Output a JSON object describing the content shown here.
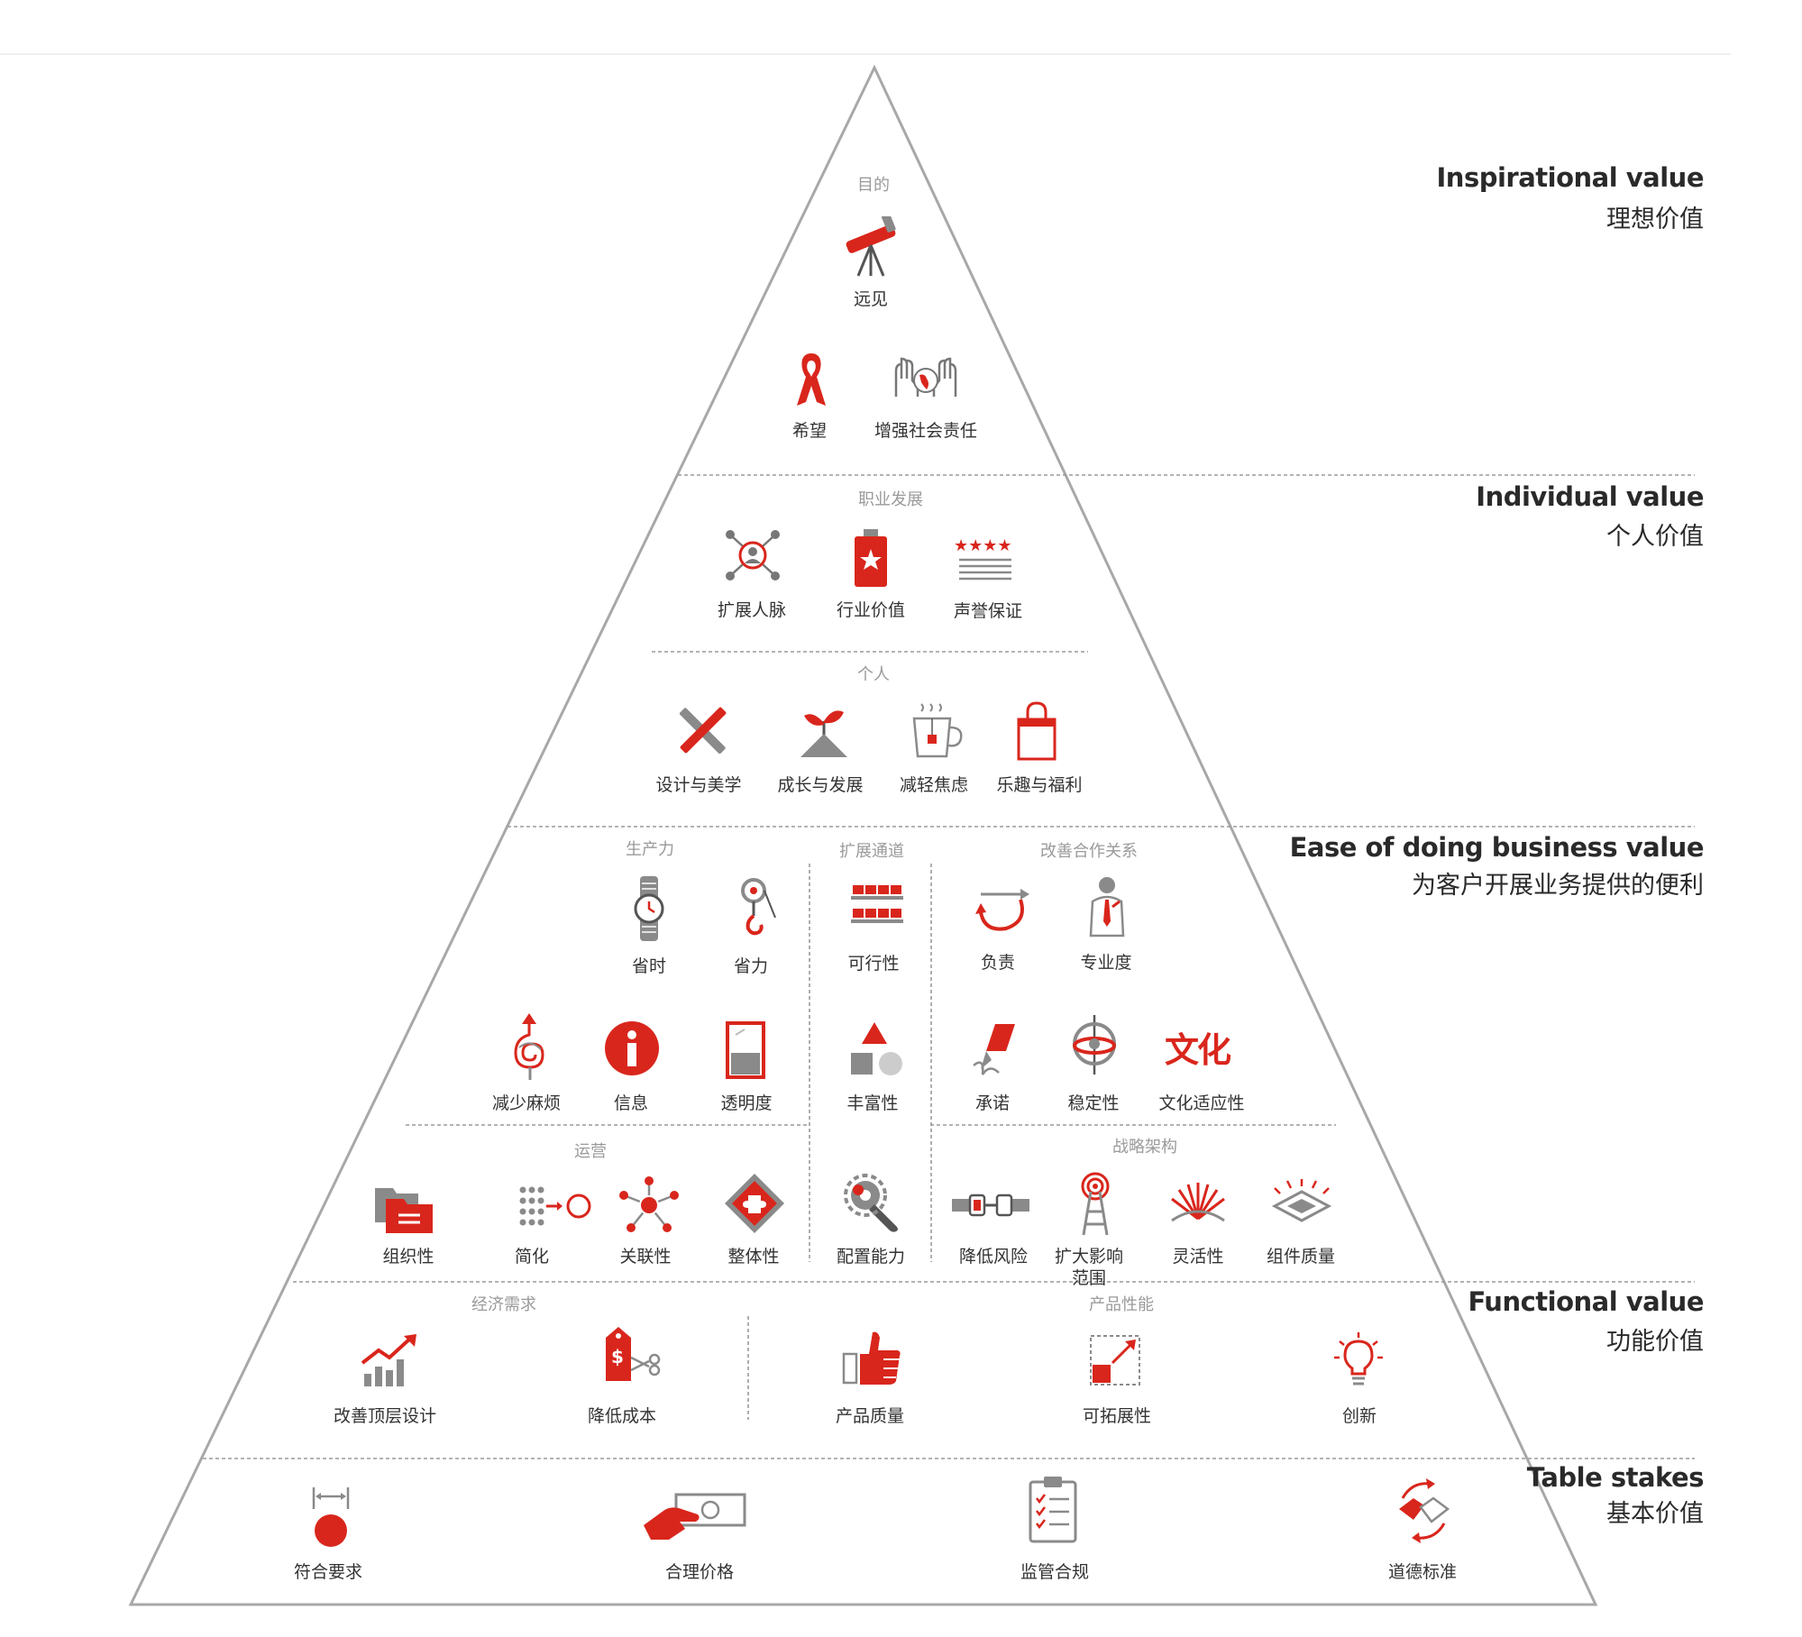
{
  "tiers": {
    "inspirational": {
      "en": "Inspirational value",
      "zh": "理想价值"
    },
    "individual": {
      "en": "Individual value",
      "zh": "个人价值"
    },
    "ease": {
      "en": "Ease of doing business value",
      "zh": "为客户开展业务提供的便利"
    },
    "functional": {
      "en": "Functional value",
      "zh": "功能价值"
    },
    "table": {
      "en": "Table stakes",
      "zh": "基本价值"
    }
  },
  "sections": {
    "purpose": "目的",
    "career": "职业发展",
    "personal": "个人",
    "productivity": "生产力",
    "access": "扩展通道",
    "relationship": "改善合作关系",
    "operations": "运营",
    "strategy": "战略架构",
    "economic": "经济需求",
    "performance": "产品性能"
  },
  "items": {
    "vision": "远见",
    "hope": "希望",
    "social": "增强社会责任",
    "network": "扩展人脉",
    "marketability": "行业价值",
    "reputation": "声誉保证",
    "design": "设计与美学",
    "growth": "成长与发展",
    "anxiety": "减轻焦虑",
    "fun": "乐趣与福利",
    "time": "省时",
    "effort": "省力",
    "availability": "可行性",
    "responsibility": "负责",
    "expertise": "专业度",
    "hassle": "减少麻烦",
    "information": "信息",
    "transparency": "透明度",
    "variety": "丰富性",
    "commitment": "承诺",
    "stability": "稳定性",
    "culture": "文化适应性",
    "culture_glyph": "文化",
    "organization": "组织性",
    "simplification": "简化",
    "connection": "关联性",
    "integration": "整体性",
    "configurability": "配置能力",
    "risk": "降低风险",
    "reach": "扩大影响范围",
    "flexibility": "灵活性",
    "component": "组件质量",
    "topline": "改善顶层设计",
    "cost": "降低成本",
    "quality": "产品质量",
    "scalability": "可拓展性",
    "innovation": "创新",
    "specs": "符合要求",
    "price": "合理价格",
    "compliance": "监管合规",
    "ethics": "道德标准"
  },
  "colors": {
    "accent": "#d9261c",
    "gray": "#8a8a8a",
    "dark": "#555555",
    "line": "#a8a8a8"
  }
}
